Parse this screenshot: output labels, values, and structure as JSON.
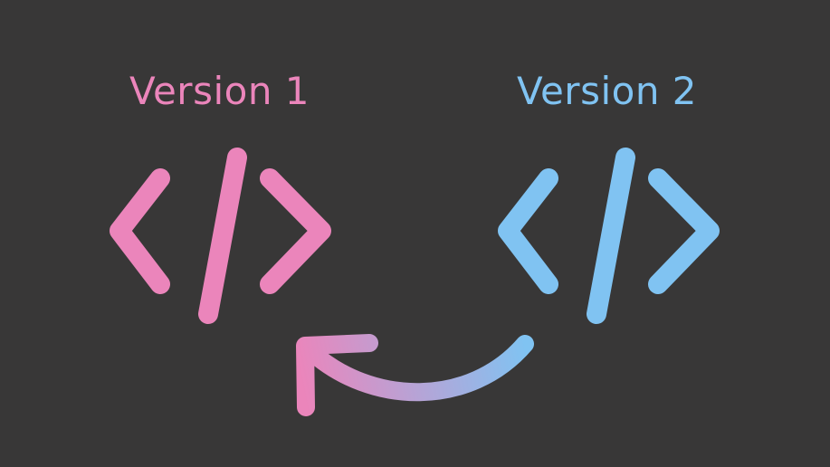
{
  "versions": [
    {
      "label": "Version 1",
      "icon": "code-brackets-icon",
      "color": "#EB85BB"
    },
    {
      "label": "Version 2",
      "icon": "code-brackets-icon",
      "color": "#80C3F2"
    }
  ],
  "arrow": {
    "icon": "curved-arrow-icon",
    "from": "Version 2",
    "to": "Version 1",
    "gradient": [
      "#80C3F2",
      "#EB85BB"
    ]
  },
  "background": "#383737"
}
